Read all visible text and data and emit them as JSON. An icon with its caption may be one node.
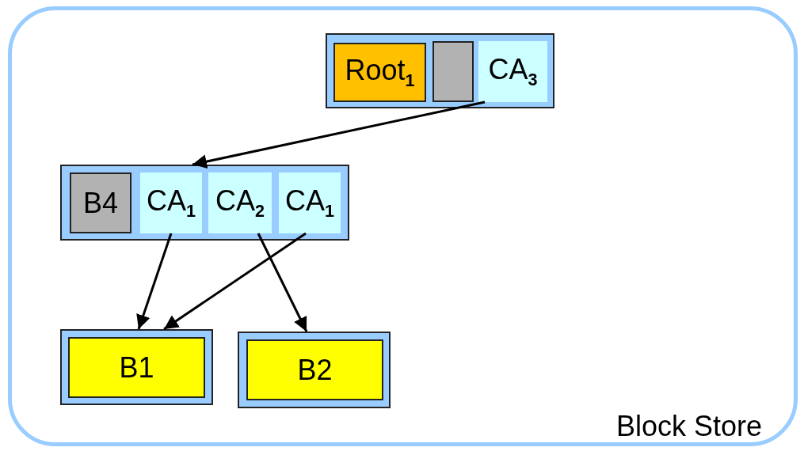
{
  "diagram": {
    "nodes": [
      {
        "text": [
          "Block Store"
        ]
      },
      {
        "text": [],
        "shape": "box",
        "in": 0
      },
      {
        "text": [
          "Root$_{1}$"
        ],
        "in": 1
      },
      {
        "text": [],
        "shape": "box",
        "in": 1
      },
      {
        "text": [
          "CA$_{3}$"
        ],
        "in": 1
      },
      {
        "text": [],
        "shape": "box",
        "in": 0
      },
      {
        "text": [
          "B4"
        ],
        "in": 5
      },
      {
        "text": [
          "CA$_{1}$"
        ],
        "in": 5
      },
      {
        "text": [
          "CA$_{2}$"
        ],
        "in": 5
      },
      {
        "text": [
          "CA$_{1}$"
        ],
        "in": 5
      },
      {
        "text": [],
        "shape": "box",
        "in": 0
      },
      {
        "text": [
          "B1"
        ],
        "in": 10
      },
      {
        "text": [],
        "shape": "box",
        "in": 0
      },
      {
        "text": [
          "B2"
        ],
        "in": 12
      }
    ],
    "edges": [
      {
        "from": 4,
        "to": 5,
        "arrow": "to"
      },
      {
        "from": 7,
        "to": 10,
        "arrow": "to"
      },
      {
        "from": 9,
        "to": 10,
        "arrow": "to"
      },
      {
        "from": 8,
        "to": 12,
        "arrow": "to"
      }
    ]
  }
}
